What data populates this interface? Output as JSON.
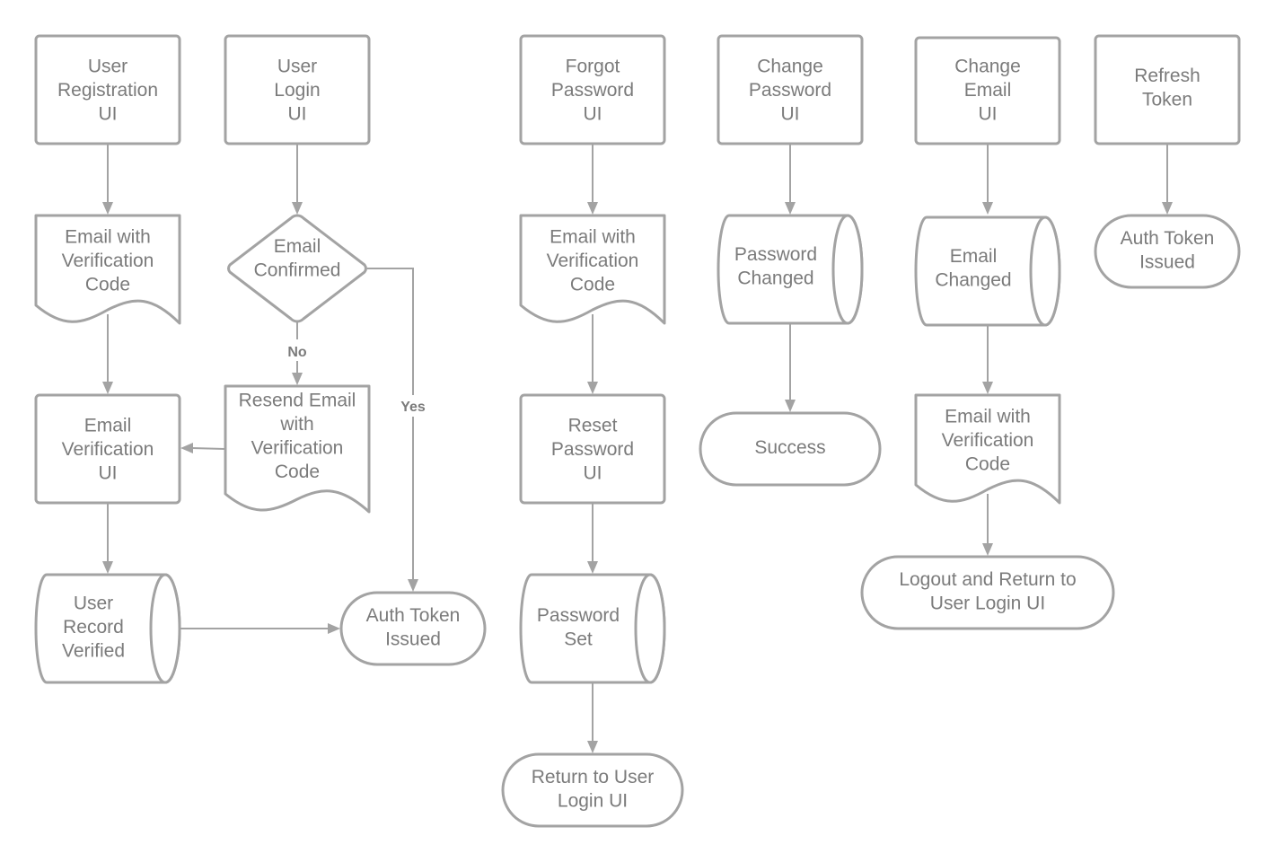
{
  "nodes": {
    "user_registration_ui": {
      "lines": [
        "User",
        "Registration",
        "UI"
      ]
    },
    "reg_email_with_code": {
      "lines": [
        "Email with",
        "Verification",
        "Code"
      ]
    },
    "email_verification_ui": {
      "lines": [
        "Email",
        "Verification",
        "UI"
      ]
    },
    "user_record_verified": {
      "lines": [
        "User",
        "Record",
        "Verified"
      ]
    },
    "user_login_ui": {
      "lines": [
        "User",
        "Login",
        "UI"
      ]
    },
    "email_confirmed": {
      "lines": [
        "Email",
        "Confirmed"
      ]
    },
    "resend_email": {
      "lines": [
        "Resend Email",
        "with",
        "Verification",
        "Code"
      ]
    },
    "auth_token_issued_login": {
      "lines": [
        "Auth Token",
        "Issued"
      ]
    },
    "forgot_password_ui": {
      "lines": [
        "Forgot",
        "Password",
        "UI"
      ]
    },
    "forgot_email_with_code": {
      "lines": [
        "Email with",
        "Verification",
        "Code"
      ]
    },
    "reset_password_ui": {
      "lines": [
        "Reset",
        "Password",
        "UI"
      ]
    },
    "password_set": {
      "lines": [
        "Password",
        "Set"
      ]
    },
    "return_to_login": {
      "lines": [
        "Return to User",
        "Login UI"
      ]
    },
    "change_password_ui": {
      "lines": [
        "Change",
        "Password",
        "UI"
      ]
    },
    "password_changed": {
      "lines": [
        "Password",
        "Changed"
      ]
    },
    "success": {
      "lines": [
        "Success"
      ]
    },
    "change_email_ui": {
      "lines": [
        "Change",
        "Email",
        "UI"
      ]
    },
    "email_changed": {
      "lines": [
        "Email",
        "Changed"
      ]
    },
    "change_email_with_code": {
      "lines": [
        "Email with",
        "Verification",
        "Code"
      ]
    },
    "logout_return": {
      "lines": [
        "Logout and Return to",
        "User Login UI"
      ]
    },
    "refresh_token_ui": {
      "lines": [
        "Refresh",
        "Token"
      ]
    },
    "auth_token_issued_refresh": {
      "lines": [
        "Auth Token",
        "Issued"
      ]
    }
  },
  "edge_labels": {
    "no": "No",
    "yes": "Yes"
  },
  "colors": {
    "stroke": "#a3a3a3",
    "text": "#7b7b7b",
    "background": "#ffffff"
  }
}
